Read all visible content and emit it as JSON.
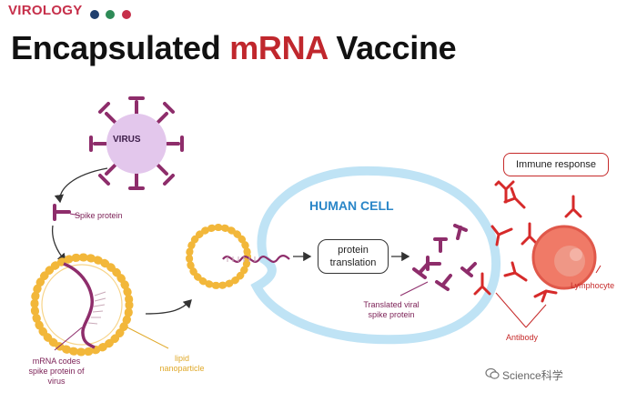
{
  "header": {
    "category": "VIROLOGY",
    "title_part1": "Encapsulated ",
    "title_accent": "mRNA",
    "title_part2": " Vaccine",
    "dot_colors": [
      "#c62f4a",
      "#1f3f6e",
      "#2e8b57",
      "#c62f4a"
    ]
  },
  "labels": {
    "virus": "VIRUS",
    "spike_protein": "Spike protein",
    "mrna_codes_line1": "mRNA codes",
    "mrna_codes_line2": "spike protein of",
    "mrna_codes_line3": "virus",
    "lipid_line1": "lipid",
    "lipid_line2": "nanoparticle",
    "human_cell": "HUMAN CELL",
    "protein_translation_line1": "protein",
    "protein_translation_line2": "translation",
    "translated_line1": "Translated viral",
    "translated_line2": "spike protein",
    "immune_response": "Immune response",
    "lymphocyte": "Lymphocyte",
    "antibody": "Antibody"
  },
  "watermark": {
    "text": "Science科学"
  },
  "colors": {
    "virus_fill": "#e3c7ec",
    "spike": "#8e2d6b",
    "lipid": "#f2b73a",
    "cell_membrane": "#bfe3f5",
    "antibody": "#d62a2a",
    "lymphocyte": "#f07a67"
  }
}
